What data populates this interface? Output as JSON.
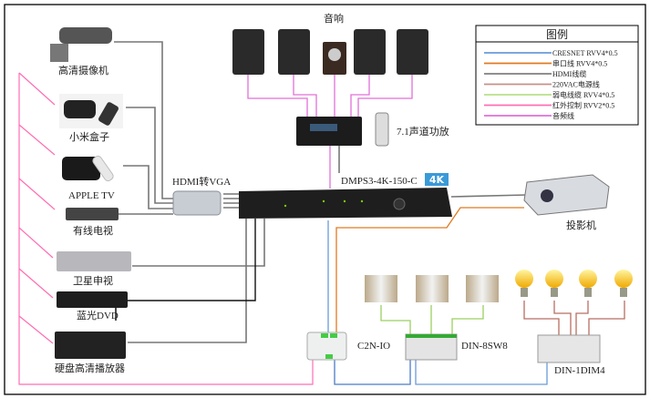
{
  "speakers_label": "音响",
  "amplifier_label": "7.1声道功放",
  "devices": {
    "camera": "高清摄像机",
    "mibox": "小米盒子",
    "appletv": "APPLE TV",
    "cabletv": "有线电视",
    "satellite": "卫星申视",
    "bluray": "蓝光DVD",
    "hddplayer": "硬盘高清播放器"
  },
  "converter_label": "HDMI转VGA",
  "switcher_label": "DMPS3-4K-150-C",
  "badge_4k": "4K",
  "projector_label": "投影机",
  "c2n_label": "C2N-IO",
  "din8sw8_label": "DIN-8SW8",
  "din1dim4_label": "DIN-1DIM4",
  "legend": {
    "title": "图例",
    "items": [
      {
        "label": "CRESNET RVV4*0.5",
        "color": "#6a9bd8"
      },
      {
        "label": "串口线 RVV4*0.5",
        "color": "#e07a20"
      },
      {
        "label": "HDMI线缆",
        "color": "#808080"
      },
      {
        "label": "220VAC电源线",
        "color": "#c4928a"
      },
      {
        "label": "弱电线缆 RVV4*0.5",
        "color": "#b8e08a"
      },
      {
        "label": "红外控制 RVV2*0.5",
        "color": "#ff6eb4"
      },
      {
        "label": "音频线",
        "color": "#e070d8"
      }
    ]
  }
}
